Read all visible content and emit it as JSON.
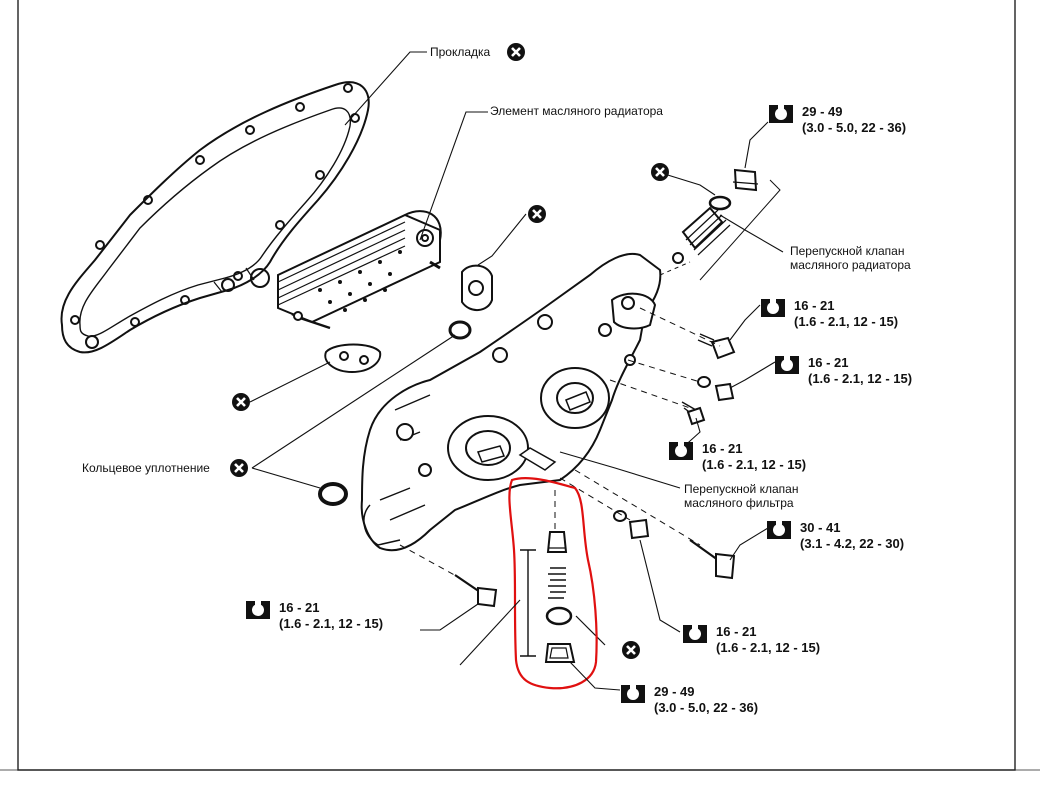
{
  "labels": {
    "gasket": "Прокладка",
    "cooler_element": "Элемент масляного радиатора",
    "cooler_bypass_valve": [
      "Перепускной клапан",
      "масляного радиатора"
    ],
    "filter_bypass_valve": [
      "Перепускной клапан",
      "масляного фильтра"
    ],
    "o_ring": "Кольцевое уплотнение"
  },
  "torques": [
    {
      "id": "t1",
      "value": "29 - 49",
      "detail": "(3.0 - 5.0, 22 - 36)"
    },
    {
      "id": "t2",
      "value": "16 - 21",
      "detail": "(1.6 - 2.1, 12 - 15)"
    },
    {
      "id": "t3",
      "value": "16 - 21",
      "detail": "(1.6 - 2.1, 12 - 15)"
    },
    {
      "id": "t4",
      "value": "16 - 21",
      "detail": "(1.6 - 2.1, 12 - 15)"
    },
    {
      "id": "t5",
      "value": "30 - 41",
      "detail": "(3.1 - 4.2, 22 - 30)"
    },
    {
      "id": "t6",
      "value": "16 - 21",
      "detail": "(1.6 - 2.1, 12 - 15)"
    },
    {
      "id": "t7",
      "value": "16 - 21",
      "detail": "(1.6 - 2.1, 12 - 15)"
    },
    {
      "id": "t8",
      "value": "29 - 49",
      "detail": "(3.0 - 5.0, 22 - 36)"
    }
  ],
  "icons": {
    "replace_mark": "circle-x-icon",
    "torque_mark": "torque-wrench-icon"
  },
  "colors": {
    "highlight": "#e01010",
    "ink": "#111111"
  }
}
